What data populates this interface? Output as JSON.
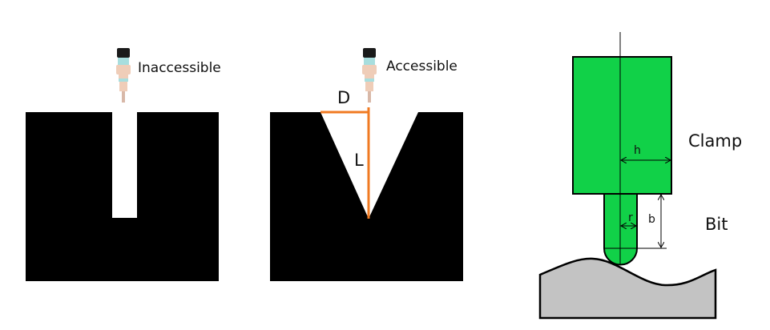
{
  "left_panel": {
    "label": "Inaccessible"
  },
  "middle_panel": {
    "label": "Accessible",
    "dim_d": "D",
    "dim_l": "L"
  },
  "right_panel": {
    "clamp_label": "Clamp",
    "bit_label": "Bit",
    "dim_h": "h",
    "dim_b": "b",
    "dim_r": "r"
  },
  "colors": {
    "clamp": "#11d148",
    "workpiece": "#c3c3c3",
    "dimension": "#f07a22",
    "block": "#000000"
  }
}
